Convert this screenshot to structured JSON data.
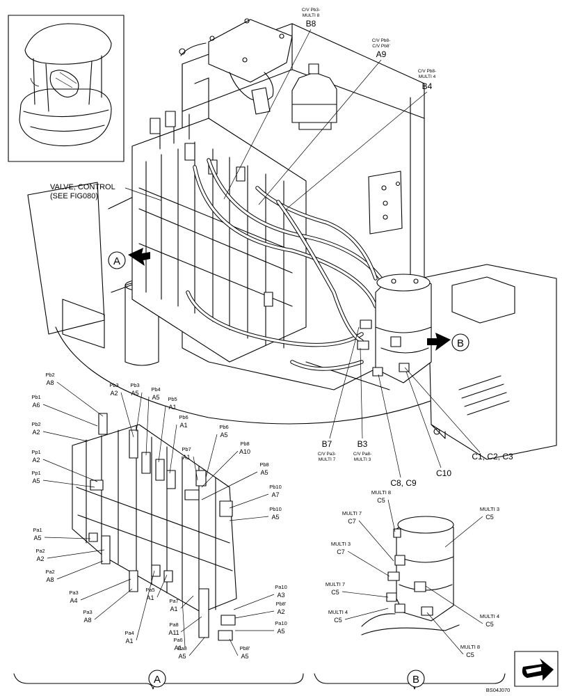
{
  "drawing_code": "BS04J070",
  "main_view": {
    "valve_note": [
      "VALVE, CONTROL",
      "(SEE FIG080)"
    ],
    "arrow_a": "A",
    "arrow_b": "B",
    "callouts": [
      {
        "id": "b8",
        "lines": [
          "C/V Pb3-",
          "MULTI 8"
        ],
        "ref": "B8"
      },
      {
        "id": "a9",
        "lines": [
          "C/V Pb8-",
          "C/V Pb8'"
        ],
        "ref": "A9"
      },
      {
        "id": "b4",
        "lines": [
          "C/V Pb8-",
          "MULTI 4"
        ],
        "ref": "B4"
      },
      {
        "id": "b7",
        "ref": "B7",
        "lines": [
          "C/V Pa3-",
          "MULTI 7"
        ]
      },
      {
        "id": "b3",
        "ref": "B3",
        "lines": [
          "C/V Pa8-",
          "MULTI 3"
        ]
      },
      {
        "id": "c8c9",
        "ref": "C8, C9"
      },
      {
        "id": "c10",
        "ref": "C10"
      },
      {
        "id": "c1c2c3",
        "ref": "C1, C2, C3"
      }
    ]
  },
  "view_a": {
    "label": "A",
    "callouts": [
      {
        "id": "pb2",
        "port": "Pb2",
        "ref": "A8"
      },
      {
        "id": "pb1",
        "port": "Pb1",
        "ref": "A6"
      },
      {
        "id": "pb2b",
        "port": "Pb2",
        "ref": "A2"
      },
      {
        "id": "pp1a",
        "port": "Pp1",
        "ref": "A2"
      },
      {
        "id": "pp1b",
        "port": "Pp1",
        "ref": "A5"
      },
      {
        "id": "pb3a",
        "port": "Pb3",
        "ref": "A2"
      },
      {
        "id": "pb3b",
        "port": "Pb3",
        "ref": "A5"
      },
      {
        "id": "pb4",
        "port": "Pb4",
        "ref": "A5"
      },
      {
        "id": "pb5",
        "port": "Pb5",
        "ref": "A1"
      },
      {
        "id": "pb6",
        "port": "Pb6",
        "ref": "A1"
      },
      {
        "id": "pb6r",
        "port": "Pb6",
        "ref": "A5"
      },
      {
        "id": "pb7",
        "port": "Pb7",
        "ref": "A1"
      },
      {
        "id": "pb8a",
        "port": "Pb8",
        "ref": "A10"
      },
      {
        "id": "pb8b",
        "port": "Pb8",
        "ref": "A5"
      },
      {
        "id": "pb10a",
        "port": "Pb10",
        "ref": "A7"
      },
      {
        "id": "pb10b",
        "port": "Pb10",
        "ref": "A5"
      },
      {
        "id": "pa1",
        "port": "Pa1",
        "ref": "A5"
      },
      {
        "id": "pa2a",
        "port": "Pa2",
        "ref": "A2"
      },
      {
        "id": "pa2b",
        "port": "Pa2",
        "ref": "A8"
      },
      {
        "id": "pa3a",
        "port": "Pa3",
        "ref": "A4"
      },
      {
        "id": "pa3b",
        "port": "Pa3",
        "ref": "A8"
      },
      {
        "id": "pa4",
        "port": "Pa4",
        "ref": "A1"
      },
      {
        "id": "pa5",
        "port": "Pa5",
        "ref": "A1"
      },
      {
        "id": "pa6",
        "port": "Pa6",
        "ref": "A1"
      },
      {
        "id": "pa7",
        "port": "Pa7",
        "ref": "A1"
      },
      {
        "id": "pa8a",
        "port": "Pa8",
        "ref": "A11"
      },
      {
        "id": "pa8b",
        "port": "Pa8",
        "ref": "A5"
      },
      {
        "id": "pa10a",
        "port": "Pa10",
        "ref": "A3"
      },
      {
        "id": "pb8p",
        "port": "Pb8'",
        "ref": "A2"
      },
      {
        "id": "pa10b",
        "port": "Pa10",
        "ref": "A5"
      },
      {
        "id": "pb8pp",
        "port": "Pb8'",
        "ref": "A5"
      }
    ]
  },
  "view_b": {
    "label": "B",
    "callouts": [
      {
        "id": "m8",
        "port": "MULTI 8",
        "ref": "C5"
      },
      {
        "id": "m3r",
        "port": "MULTI 3",
        "ref": "C5"
      },
      {
        "id": "m7",
        "port": "MULTI 7",
        "ref": "C7"
      },
      {
        "id": "m3",
        "port": "MULTI 3",
        "ref": "C7"
      },
      {
        "id": "m7b",
        "port": "MULTI 7",
        "ref": "C5"
      },
      {
        "id": "m4",
        "port": "MULTI 4",
        "ref": "C5"
      },
      {
        "id": "m4r",
        "port": "MULTI 4",
        "ref": "C5"
      },
      {
        "id": "m8b",
        "port": "MULTI 8",
        "ref": "C5"
      }
    ]
  },
  "icons": [
    "machine-inset-icon",
    "page-turn-arrow-icon"
  ]
}
